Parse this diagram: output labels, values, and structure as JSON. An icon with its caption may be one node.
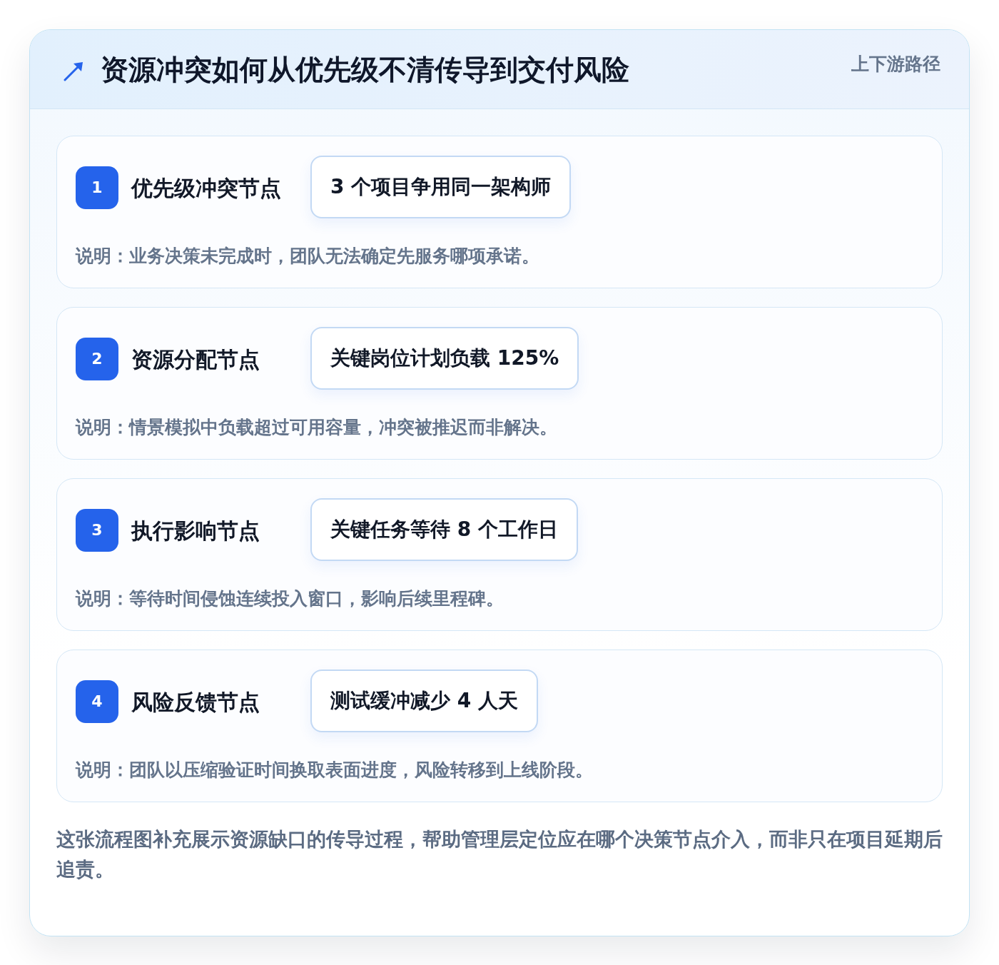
{
  "diagram": {
    "title": "资源冲突如何从优先级不清传导到交付风险",
    "caption": "这张流程图补充展示资源缺口的传导过程，帮助管理层定位应在哪个决策节点介入，而非只在项目延期后追责。",
    "nodes": [
      {
        "text": [
          "优先级冲突节点",
          "说明：业务决策未完成时，团队无法确定先服务哪项承诺。"
        ]
      },
      {
        "text": [
          "1"
        ],
        "in": 0
      },
      {
        "text": [
          "3 个项目争用同一架构师"
        ],
        "in": 0
      },
      {
        "text": [
          "资源分配节点",
          "说明：情景模拟中负载超过可用容量，冲突被推迟而非解决。"
        ]
      },
      {
        "text": [
          "2"
        ],
        "in": 3
      },
      {
        "text": [
          "关键岗位计划负载 125%"
        ],
        "in": 3
      },
      {
        "text": [
          "执行影响节点",
          "说明：等待时间侵蚀连续投入窗口，影响后续里程碑。"
        ]
      },
      {
        "text": [
          "3"
        ],
        "in": 6
      },
      {
        "text": [
          "关键任务等待 8 个工作日"
        ],
        "in": 6
      },
      {
        "text": [
          "风险反馈节点",
          "说明：团队以压缩验证时间换取表面进度，风险转移到上线阶段。"
        ]
      },
      {
        "text": [
          "4"
        ],
        "in": 9
      },
      {
        "text": [
          "测试缓冲减少 4 人天"
        ],
        "in": 9
      }
    ],
    "labels": [
      "上下游路径"
    ]
  }
}
